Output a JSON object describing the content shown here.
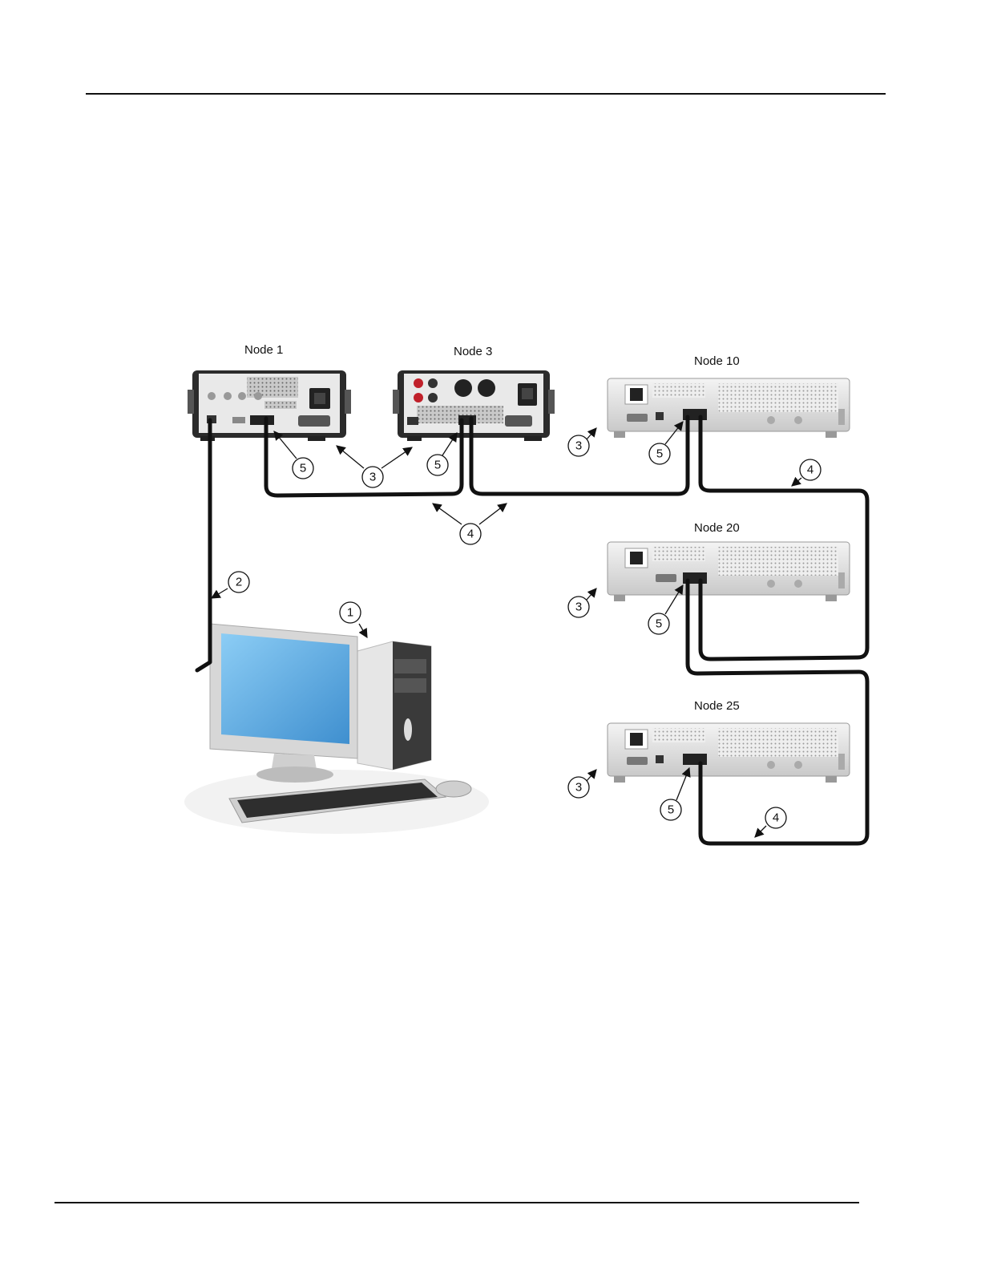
{
  "nodes": {
    "node1": "Node 1",
    "node3": "Node 3",
    "node10": "Node 10",
    "node20": "Node 20",
    "node25": "Node 25"
  },
  "callouts": {
    "computer": "1",
    "usb_cable": "2",
    "instrument": "3",
    "tsp_link_cable": "4",
    "tsp_link_port": "5"
  },
  "colors": {
    "cable": "#111111",
    "instrument_dark": "#2b2b2b",
    "instrument_light": "#e8e8e8",
    "monitor_screen": "#5aa6de"
  }
}
